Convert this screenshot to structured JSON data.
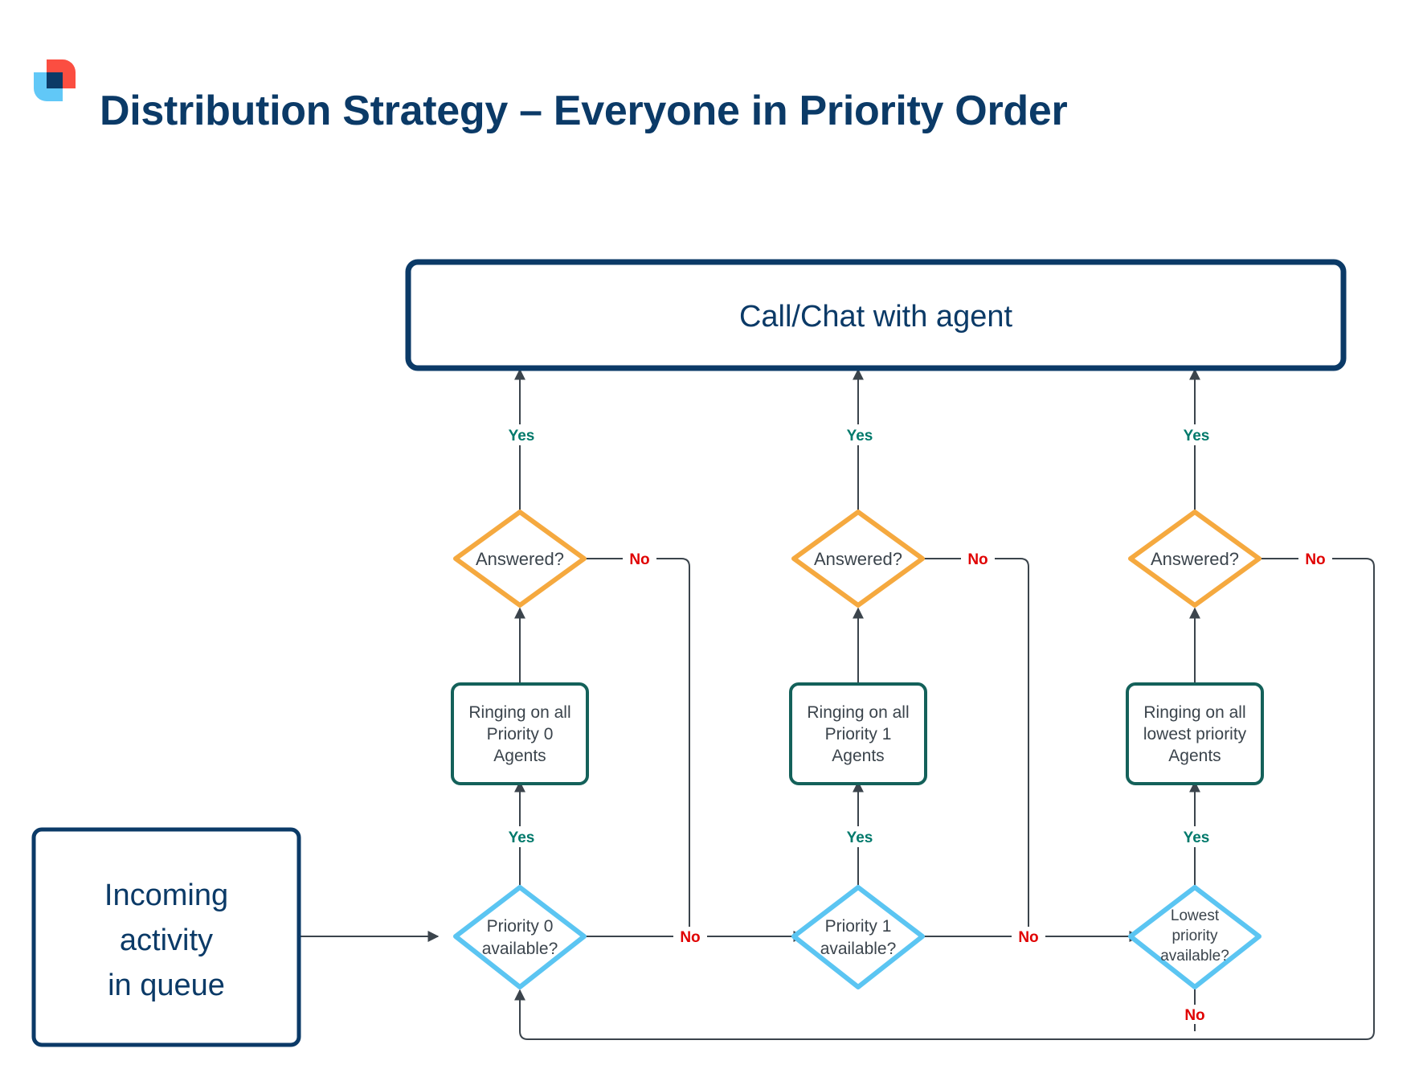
{
  "header": {
    "title": "Distribution Strategy – Everyone in Priority Order",
    "logo_name": "brand-logo",
    "logo_colors": {
      "red": "#fb4e41",
      "light_blue": "#61c8f7",
      "navy": "#0b3a67"
    }
  },
  "colors": {
    "navy": "#0b3a67",
    "orange": "#f5a93f",
    "teal": "#14615a",
    "sky": "#5bc5f2",
    "yes_green": "#00796b",
    "no_red": "#e00000",
    "line": "#3b444c",
    "text_gray": "#3b444c"
  },
  "chart_data": {
    "type": "diagram",
    "title": "Distribution Strategy – Everyone in Priority Order",
    "nodes": [
      {
        "id": "call_chat",
        "label": "Call/Chat with agent",
        "shape": "rounded-rect",
        "style": "navy-thick"
      },
      {
        "id": "incoming",
        "label": "Incoming\nactivity\nin queue",
        "shape": "rounded-rect",
        "style": "navy"
      },
      {
        "id": "answered_0",
        "label": "Answered?",
        "shape": "diamond",
        "style": "orange"
      },
      {
        "id": "answered_1",
        "label": "Answered?",
        "shape": "diamond",
        "style": "orange"
      },
      {
        "id": "answered_2",
        "label": "Answered?",
        "shape": "diamond",
        "style": "orange"
      },
      {
        "id": "ringing_0",
        "label": "Ringing on all\nPriority 0\nAgents",
        "shape": "rounded-rect",
        "style": "teal"
      },
      {
        "id": "ringing_1",
        "label": "Ringing on all\nPriority 1\nAgents",
        "shape": "rounded-rect",
        "style": "teal"
      },
      {
        "id": "ringing_2",
        "label": "Ringing on all\nlowest priority\nAgents",
        "shape": "rounded-rect",
        "style": "teal"
      },
      {
        "id": "avail_0",
        "label": "Priority 0\navailable?",
        "shape": "diamond",
        "style": "sky"
      },
      {
        "id": "avail_1",
        "label": "Priority 1\navailable?",
        "shape": "diamond",
        "style": "sky"
      },
      {
        "id": "avail_2",
        "label": "Lowest\npriority\navailable?",
        "shape": "diamond",
        "style": "sky"
      }
    ],
    "edges": [
      {
        "from": "incoming",
        "to": "avail_0",
        "label": ""
      },
      {
        "from": "avail_0",
        "to": "ringing_0",
        "label": "Yes"
      },
      {
        "from": "avail_0",
        "to": "avail_1",
        "label": "No"
      },
      {
        "from": "ringing_0",
        "to": "answered_0",
        "label": ""
      },
      {
        "from": "answered_0",
        "to": "call_chat",
        "label": "Yes"
      },
      {
        "from": "answered_0",
        "to": "avail_1",
        "label": "No"
      },
      {
        "from": "avail_1",
        "to": "ringing_1",
        "label": "Yes"
      },
      {
        "from": "avail_1",
        "to": "avail_2",
        "label": "No"
      },
      {
        "from": "ringing_1",
        "to": "answered_1",
        "label": ""
      },
      {
        "from": "answered_1",
        "to": "call_chat",
        "label": "Yes"
      },
      {
        "from": "answered_1",
        "to": "avail_2",
        "label": "No"
      },
      {
        "from": "avail_2",
        "to": "ringing_2",
        "label": "Yes"
      },
      {
        "from": "avail_2",
        "to": "avail_0",
        "label": "No"
      },
      {
        "from": "ringing_2",
        "to": "answered_2",
        "label": ""
      },
      {
        "from": "answered_2",
        "to": "call_chat",
        "label": "Yes"
      },
      {
        "from": "answered_2",
        "to": "avail_0",
        "label": "No"
      }
    ]
  },
  "nodes": {
    "call_chat": {
      "label": "Call/Chat with agent"
    },
    "incoming": {
      "line1": "Incoming",
      "line2": "activity",
      "line3": "in queue"
    },
    "answered_0": {
      "label": "Answered?"
    },
    "answered_1": {
      "label": "Answered?"
    },
    "answered_2": {
      "label": "Answered?"
    },
    "ringing_0": {
      "line1": "Ringing on all",
      "line2": "Priority 0",
      "line3": "Agents"
    },
    "ringing_1": {
      "line1": "Ringing on all",
      "line2": "Priority 1",
      "line3": "Agents"
    },
    "ringing_2": {
      "line1": "Ringing on all",
      "line2": "lowest priority",
      "line3": "Agents"
    },
    "avail_0": {
      "line1": "Priority 0",
      "line2": "available?"
    },
    "avail_1": {
      "line1": "Priority 1",
      "line2": "available?"
    },
    "avail_2": {
      "line1": "Lowest",
      "line2": "priority",
      "line3": "available?"
    }
  },
  "labels": {
    "yes_0": "Yes",
    "yes_1": "Yes",
    "yes_2": "Yes",
    "yes_3": "Yes",
    "yes_4": "Yes",
    "yes_5": "Yes",
    "no_0": "No",
    "no_1": "No",
    "no_2": "No",
    "no_3": "No",
    "no_4": "No",
    "no_5": "No"
  }
}
